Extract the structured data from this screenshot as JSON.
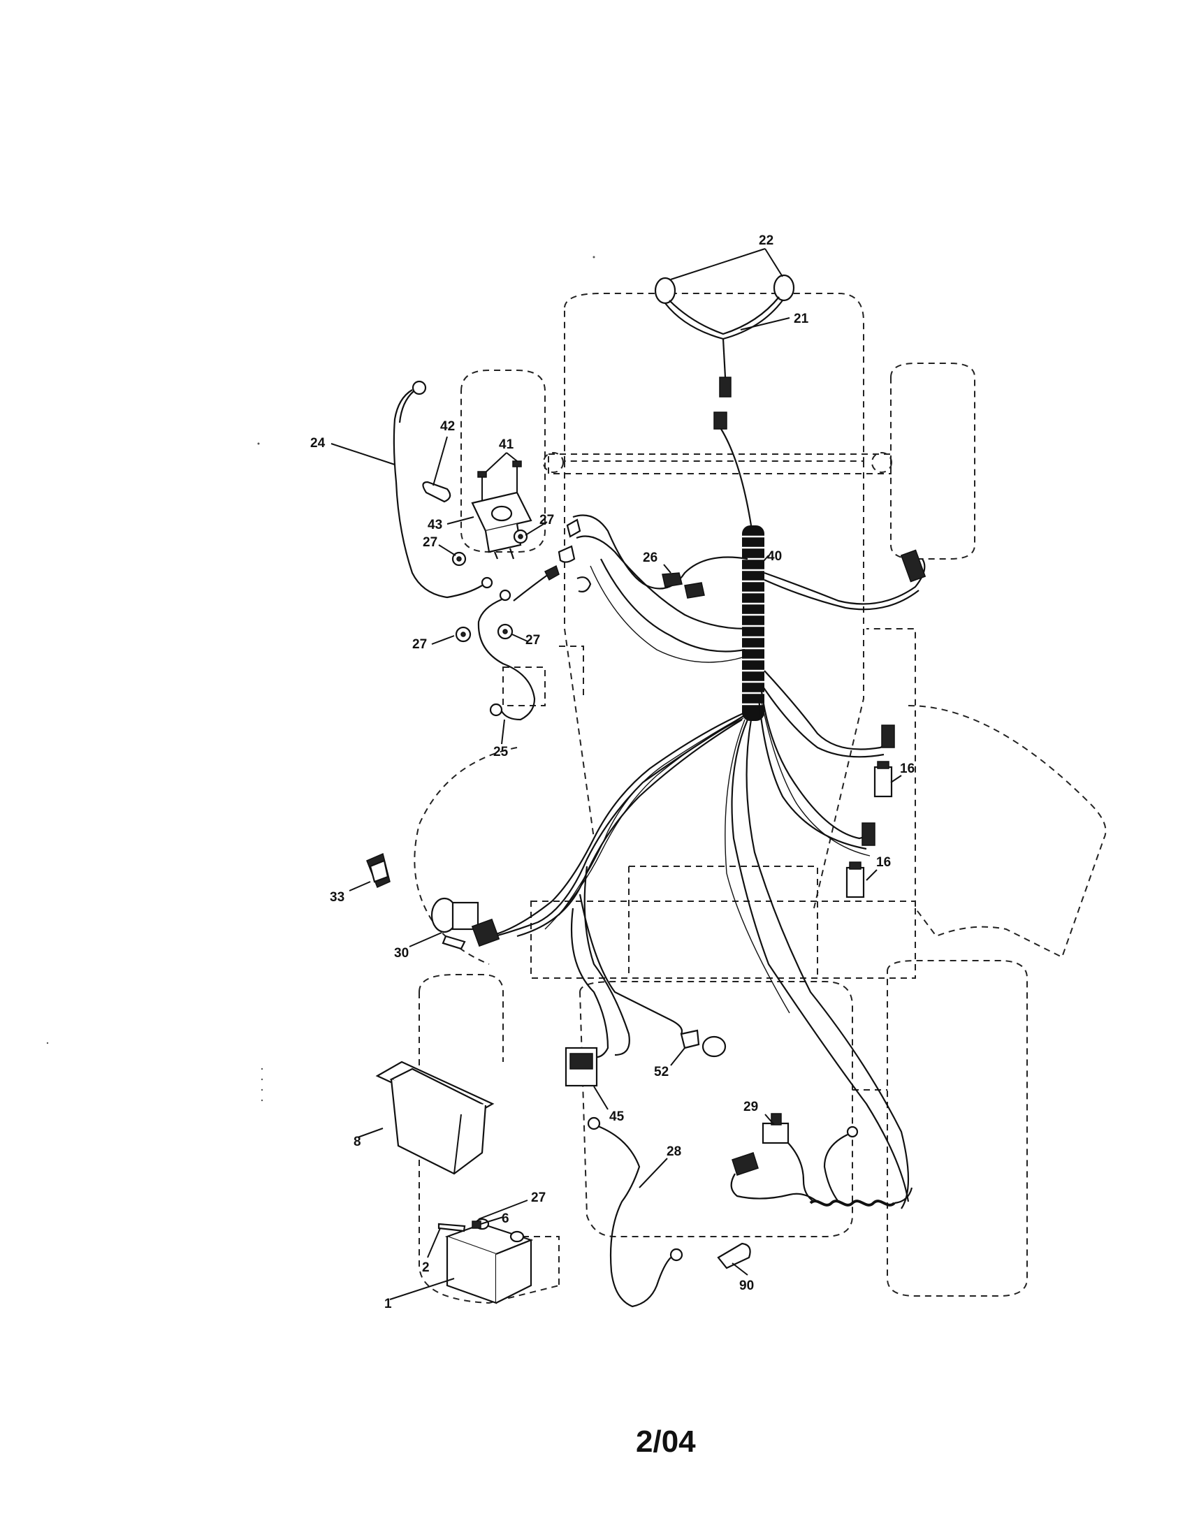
{
  "diagram": {
    "callouts": {
      "c22": "22",
      "c21": "21",
      "c24": "24",
      "c42": "42",
      "c41": "41",
      "c43": "43",
      "c27a": "27",
      "c27b": "27",
      "c27c": "27",
      "c27d": "27",
      "c27e": "27",
      "c26": "26",
      "c40": "40",
      "c25": "25",
      "c16a": "16",
      "c16b": "16",
      "c33": "33",
      "c30": "30",
      "c52": "52",
      "c45": "45",
      "c29": "29",
      "c28": "28",
      "c8": "8",
      "c6": "6",
      "c2": "2",
      "c1": "1",
      "c90": "90"
    },
    "footer": "2/04"
  }
}
